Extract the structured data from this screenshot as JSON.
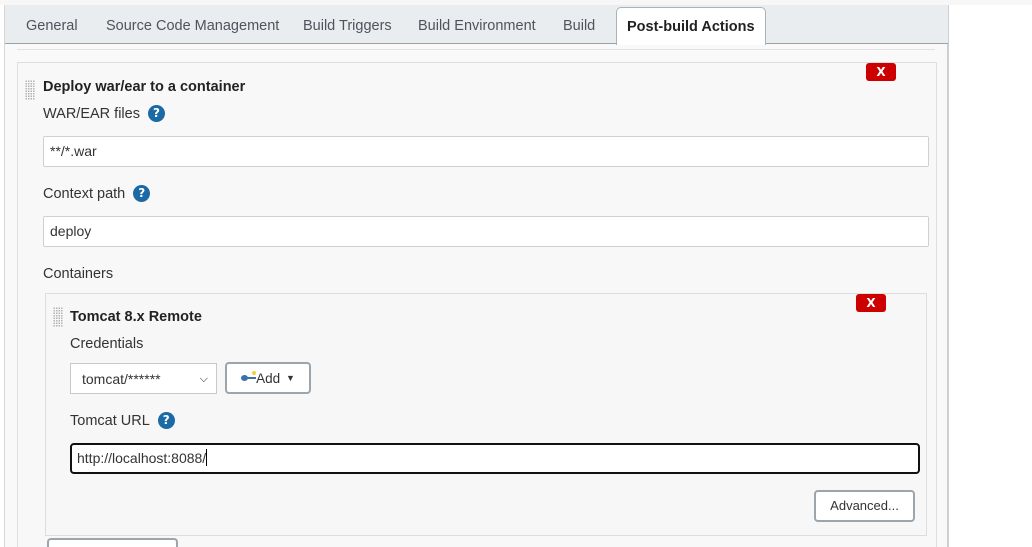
{
  "tabs": [
    {
      "label": "General",
      "active": false
    },
    {
      "label": "Source Code Management",
      "active": false
    },
    {
      "label": "Build Triggers",
      "active": false
    },
    {
      "label": "Build Environment",
      "active": false
    },
    {
      "label": "Build",
      "active": false
    },
    {
      "label": "Post-build Actions",
      "active": true
    }
  ],
  "deploy_section": {
    "title": "Deploy war/ear to a container",
    "delete_label": "X",
    "war_files": {
      "label": "WAR/EAR files",
      "help": "?",
      "value": "**/*.war"
    },
    "context_path": {
      "label": "Context path",
      "help": "?",
      "value": "deploy"
    },
    "containers_label": "Containers"
  },
  "container": {
    "title": "Tomcat 8.x Remote",
    "delete_label": "X",
    "credentials": {
      "label": "Credentials",
      "selected": "tomcat/******",
      "add_label": "Add"
    },
    "tomcat_url": {
      "label": "Tomcat URL",
      "help": "?",
      "value": "http://localhost:8088/"
    },
    "advanced_label": "Advanced..."
  },
  "colors": {
    "delete_red": "#cc0000",
    "help_blue": "#1b6aa5",
    "tabbar_bg": "#e9edf0"
  }
}
